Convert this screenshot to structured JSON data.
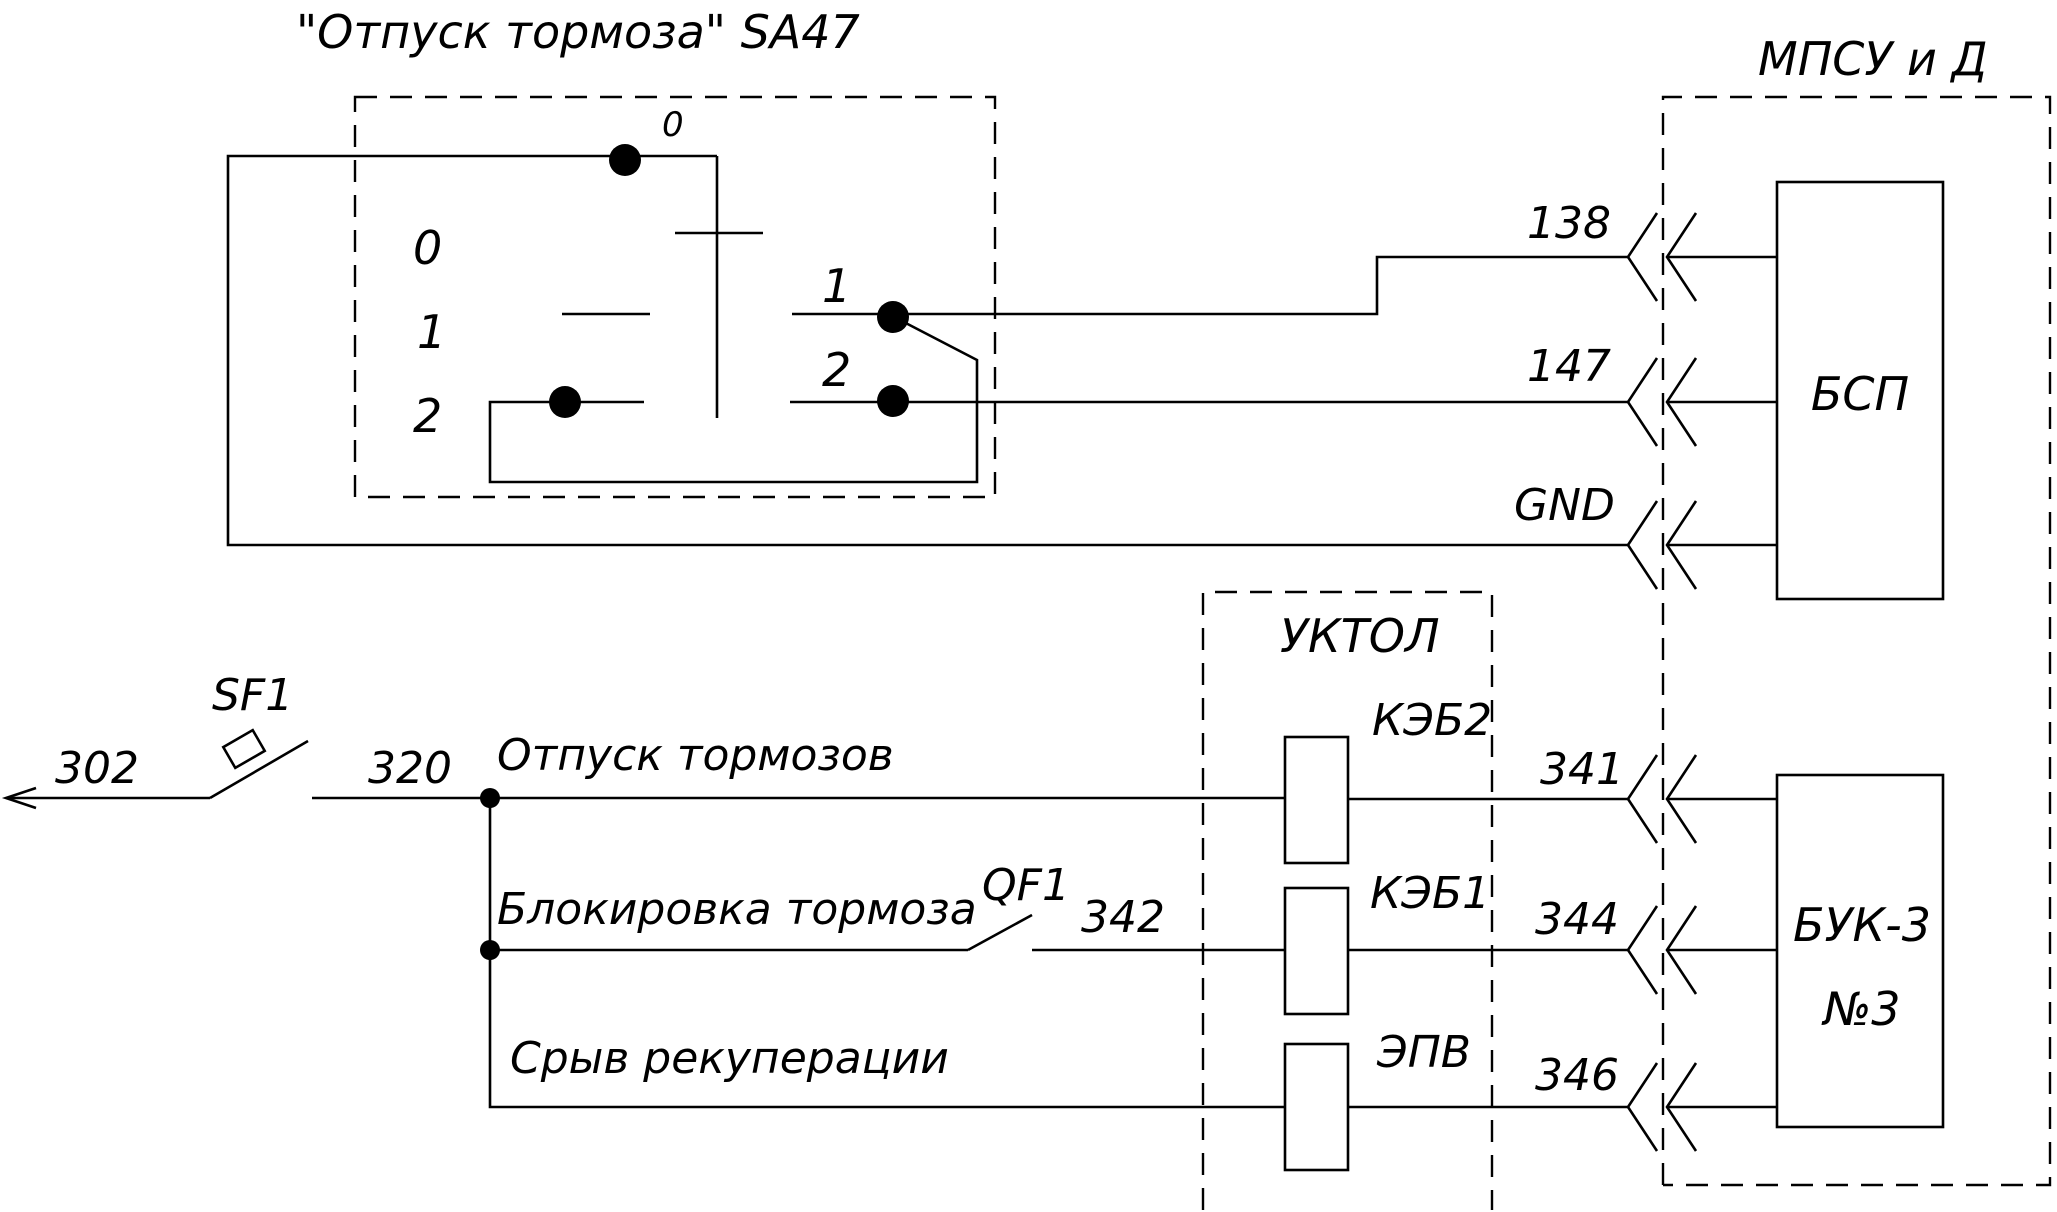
{
  "switch": {
    "title": "\"Отпуск тормоза\"  SA47",
    "contact_zero": "0",
    "positions": [
      "0",
      "1",
      "2"
    ],
    "right_contacts": [
      "1",
      "2"
    ]
  },
  "mpsu": {
    "title": "МПСУ и Д",
    "bsp": "БСП",
    "buk_line1": "БУК-3",
    "buk_line2": "№3"
  },
  "connectors": [
    "138",
    "147",
    "GND",
    "341",
    "344",
    "346"
  ],
  "uktol": {
    "title": "УКТОЛ",
    "coils": [
      "КЭБ2",
      "КЭБ1",
      "ЭПВ"
    ]
  },
  "lower": {
    "sf1": "SF1",
    "wire_302": "302",
    "wire_320": "320",
    "qf1": "QF1",
    "wire_342": "342",
    "signals": [
      "Отпуск тормозов",
      "Блокировка тормоза",
      "Срыв рекуперации"
    ]
  }
}
